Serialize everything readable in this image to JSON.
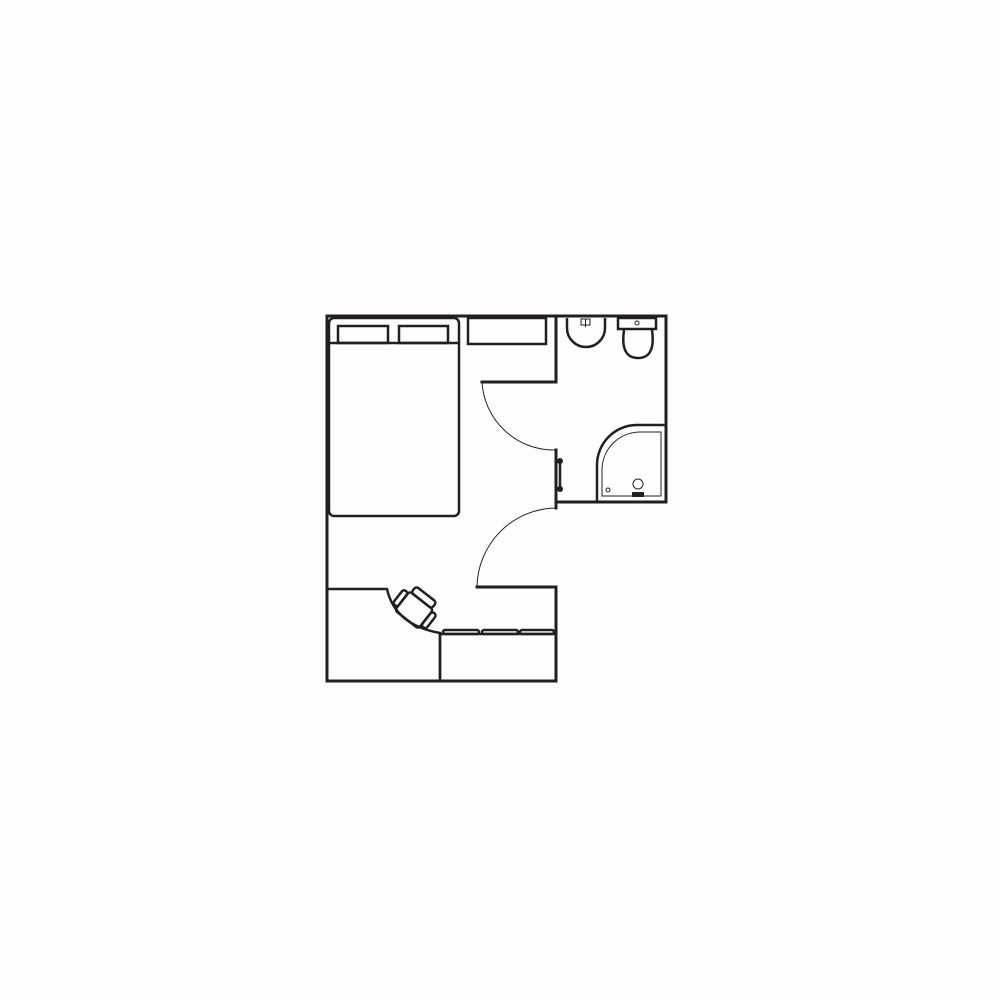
{
  "diagram": {
    "type": "floor-plan",
    "rooms": [
      "bedroom",
      "bathroom"
    ],
    "fixtures": [
      "double-bed",
      "pillows",
      "dresser",
      "sink",
      "toilet",
      "corner-shower",
      "towel-rail",
      "desk",
      "desk-chair",
      "window-seat",
      "doors"
    ],
    "colors": {
      "line": "#231f20",
      "background": "#fefefe"
    }
  }
}
